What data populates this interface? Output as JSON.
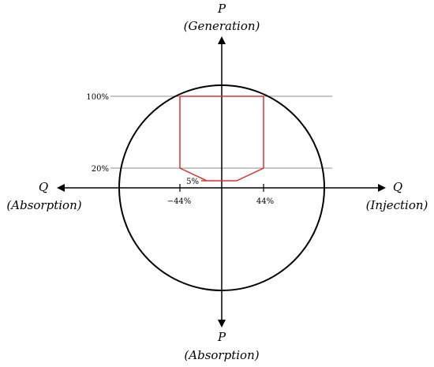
{
  "labels": {
    "p_top": "P",
    "p_top_desc": "(Generation)",
    "p_bottom": "P",
    "p_bottom_desc": "(Absorption)",
    "q_left": "Q",
    "q_left_desc": "(Absorption)",
    "q_right": "Q",
    "q_right_desc": "(Injection)",
    "p_100": "100%",
    "p_20": "20%",
    "p_5": "5%",
    "q_neg44": "−44%",
    "q_pos44": "44%"
  },
  "colors": {
    "axis": "#000000",
    "circle": "#000000",
    "gridline": "#8c8c8c",
    "region": "#e03030"
  },
  "capability_region": {
    "p_levels_percent": [
      100,
      20,
      5
    ],
    "q_limit_percent": 44
  }
}
